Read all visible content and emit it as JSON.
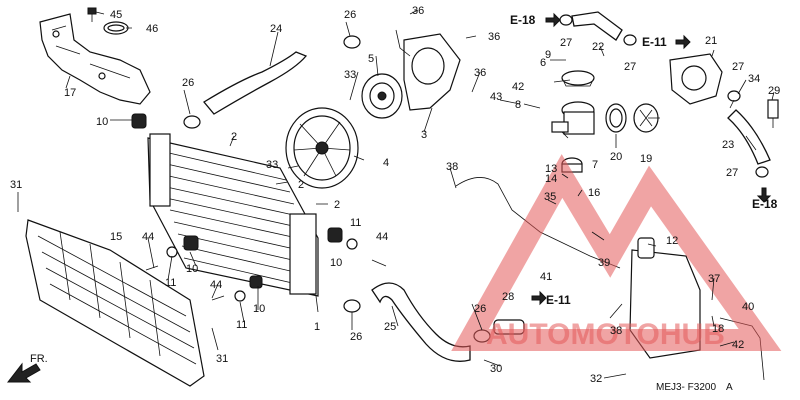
{
  "callouts": [
    {
      "id": "c1",
      "text": "1"
    },
    {
      "id": "c2a",
      "text": "2"
    },
    {
      "id": "c2b",
      "text": "2"
    },
    {
      "id": "c2c",
      "text": "2"
    },
    {
      "id": "c3",
      "text": "3"
    },
    {
      "id": "c4",
      "text": "4"
    },
    {
      "id": "c5",
      "text": "5"
    },
    {
      "id": "c6",
      "text": "6"
    },
    {
      "id": "c7",
      "text": "7"
    },
    {
      "id": "c8",
      "text": "8"
    },
    {
      "id": "c9",
      "text": "9"
    },
    {
      "id": "c10a",
      "text": "10"
    },
    {
      "id": "c10b",
      "text": "10"
    },
    {
      "id": "c10c",
      "text": "10"
    },
    {
      "id": "c10d",
      "text": "10"
    },
    {
      "id": "c11a",
      "text": "11"
    },
    {
      "id": "c11b",
      "text": "11"
    },
    {
      "id": "c11c",
      "text": "11"
    },
    {
      "id": "c12",
      "text": "12"
    },
    {
      "id": "c13",
      "text": "13"
    },
    {
      "id": "c14",
      "text": "14"
    },
    {
      "id": "c15",
      "text": "15"
    },
    {
      "id": "c16",
      "text": "16"
    },
    {
      "id": "c17",
      "text": "17"
    },
    {
      "id": "c18",
      "text": "18"
    },
    {
      "id": "c19",
      "text": "19"
    },
    {
      "id": "c20",
      "text": "20"
    },
    {
      "id": "c21",
      "text": "21"
    },
    {
      "id": "c22",
      "text": "22"
    },
    {
      "id": "c23",
      "text": "23"
    },
    {
      "id": "c24",
      "text": "24"
    },
    {
      "id": "c25",
      "text": "25"
    },
    {
      "id": "c26a",
      "text": "26"
    },
    {
      "id": "c26b",
      "text": "26"
    },
    {
      "id": "c26c",
      "text": "26"
    },
    {
      "id": "c26d",
      "text": "26"
    },
    {
      "id": "c27a",
      "text": "27"
    },
    {
      "id": "c27b",
      "text": "27"
    },
    {
      "id": "c27c",
      "text": "27"
    },
    {
      "id": "c27d",
      "text": "27"
    },
    {
      "id": "c28",
      "text": "28"
    },
    {
      "id": "c29",
      "text": "29"
    },
    {
      "id": "c30",
      "text": "30"
    },
    {
      "id": "c31a",
      "text": "31"
    },
    {
      "id": "c31b",
      "text": "31"
    },
    {
      "id": "c32",
      "text": "32"
    },
    {
      "id": "c33a",
      "text": "33"
    },
    {
      "id": "c33b",
      "text": "33"
    },
    {
      "id": "c34",
      "text": "34"
    },
    {
      "id": "c35",
      "text": "35"
    },
    {
      "id": "c36a",
      "text": "36"
    },
    {
      "id": "c36b",
      "text": "36"
    },
    {
      "id": "c36c",
      "text": "36"
    },
    {
      "id": "c37",
      "text": "37"
    },
    {
      "id": "c38a",
      "text": "38"
    },
    {
      "id": "c38b",
      "text": "38"
    },
    {
      "id": "c39",
      "text": "39"
    },
    {
      "id": "c40",
      "text": "40"
    },
    {
      "id": "c41",
      "text": "41"
    },
    {
      "id": "c42a",
      "text": "42"
    },
    {
      "id": "c42b",
      "text": "42"
    },
    {
      "id": "c43",
      "text": "43"
    },
    {
      "id": "c44a",
      "text": "44"
    },
    {
      "id": "c44b",
      "text": "44"
    },
    {
      "id": "c44c",
      "text": "44"
    },
    {
      "id": "c45",
      "text": "45"
    },
    {
      "id": "c46",
      "text": "46"
    }
  ],
  "references": {
    "e18_top": "E-18",
    "e11_top": "E-11",
    "e18_right": "E-18",
    "e11_bottom": "E-11"
  },
  "direction_label": "FR.",
  "diagram_code": "MEJ3- F3200",
  "diagram_code_suffix": "A",
  "watermark": "AUTOMOTOHUB",
  "colors": {
    "watermark": "#e45a5a",
    "ink": "#111111"
  }
}
